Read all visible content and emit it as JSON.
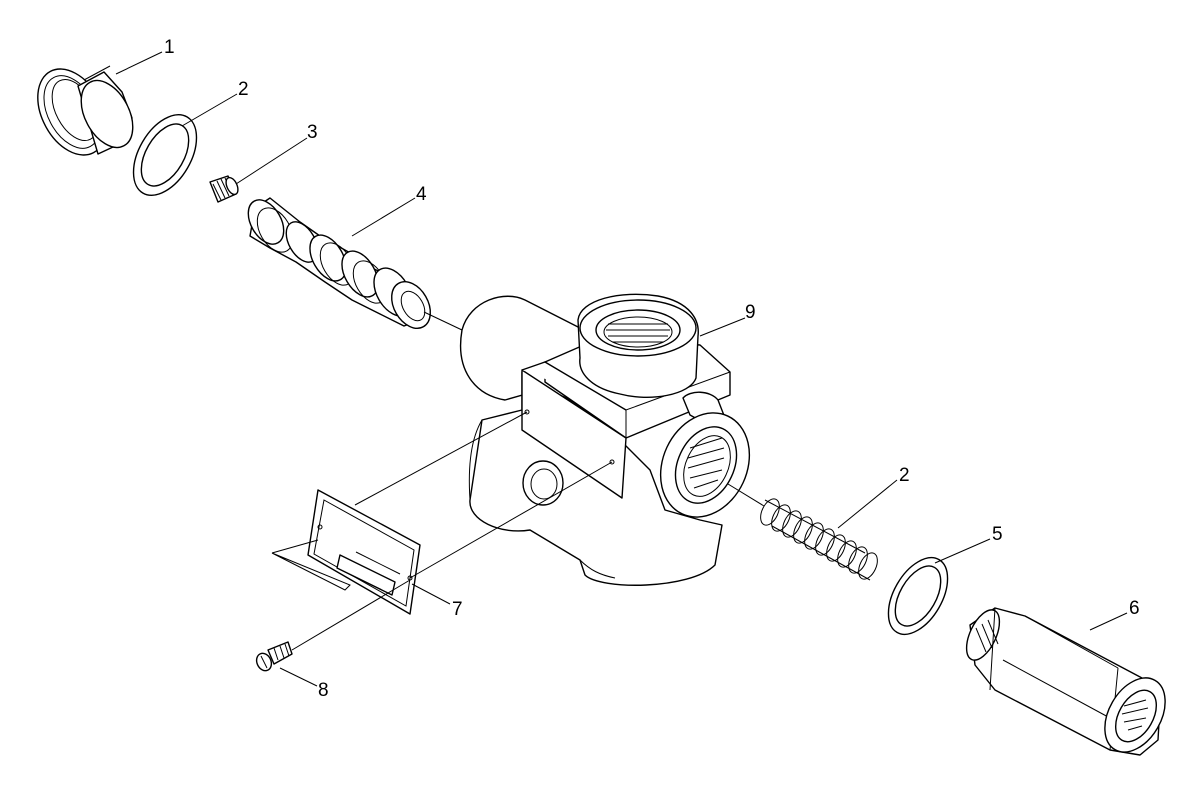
{
  "diagram": {
    "callouts": [
      {
        "id": "callout-1",
        "label": "1"
      },
      {
        "id": "callout-2-top",
        "label": "2"
      },
      {
        "id": "callout-3",
        "label": "3"
      },
      {
        "id": "callout-4",
        "label": "4"
      },
      {
        "id": "callout-9",
        "label": "9"
      },
      {
        "id": "callout-2-spring",
        "label": "2"
      },
      {
        "id": "callout-5",
        "label": "5"
      },
      {
        "id": "callout-6",
        "label": "6"
      },
      {
        "id": "callout-7",
        "label": "7"
      },
      {
        "id": "callout-8",
        "label": "8"
      }
    ]
  }
}
